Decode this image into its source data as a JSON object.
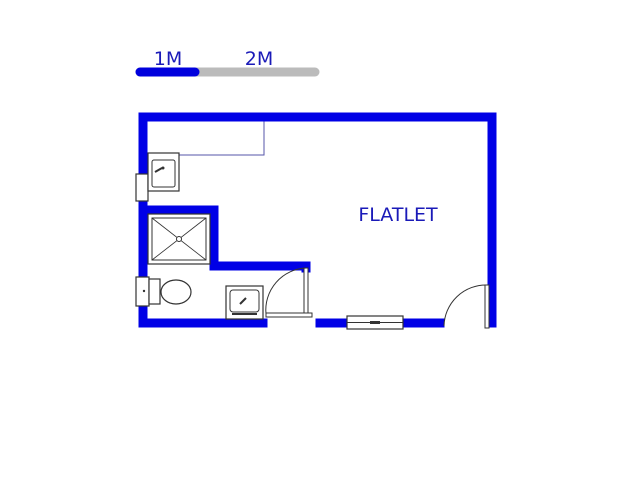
{
  "scale_bar": {
    "label_1": "1M",
    "label_2": "2M",
    "color_primary": "#0000dd",
    "color_secondary": "#bbbbbb"
  },
  "room": {
    "label": "FLATLET"
  },
  "colors": {
    "wall": "#0000e6",
    "label_text": "#1a1ab8",
    "fixture_stroke": "#333333",
    "fixture_fill": "#ffffff",
    "thin_line": "#5555aa"
  },
  "fixtures": [
    "kitchen-sink",
    "shower",
    "toilet",
    "basin",
    "entry-door",
    "bathroom-door",
    "window"
  ]
}
